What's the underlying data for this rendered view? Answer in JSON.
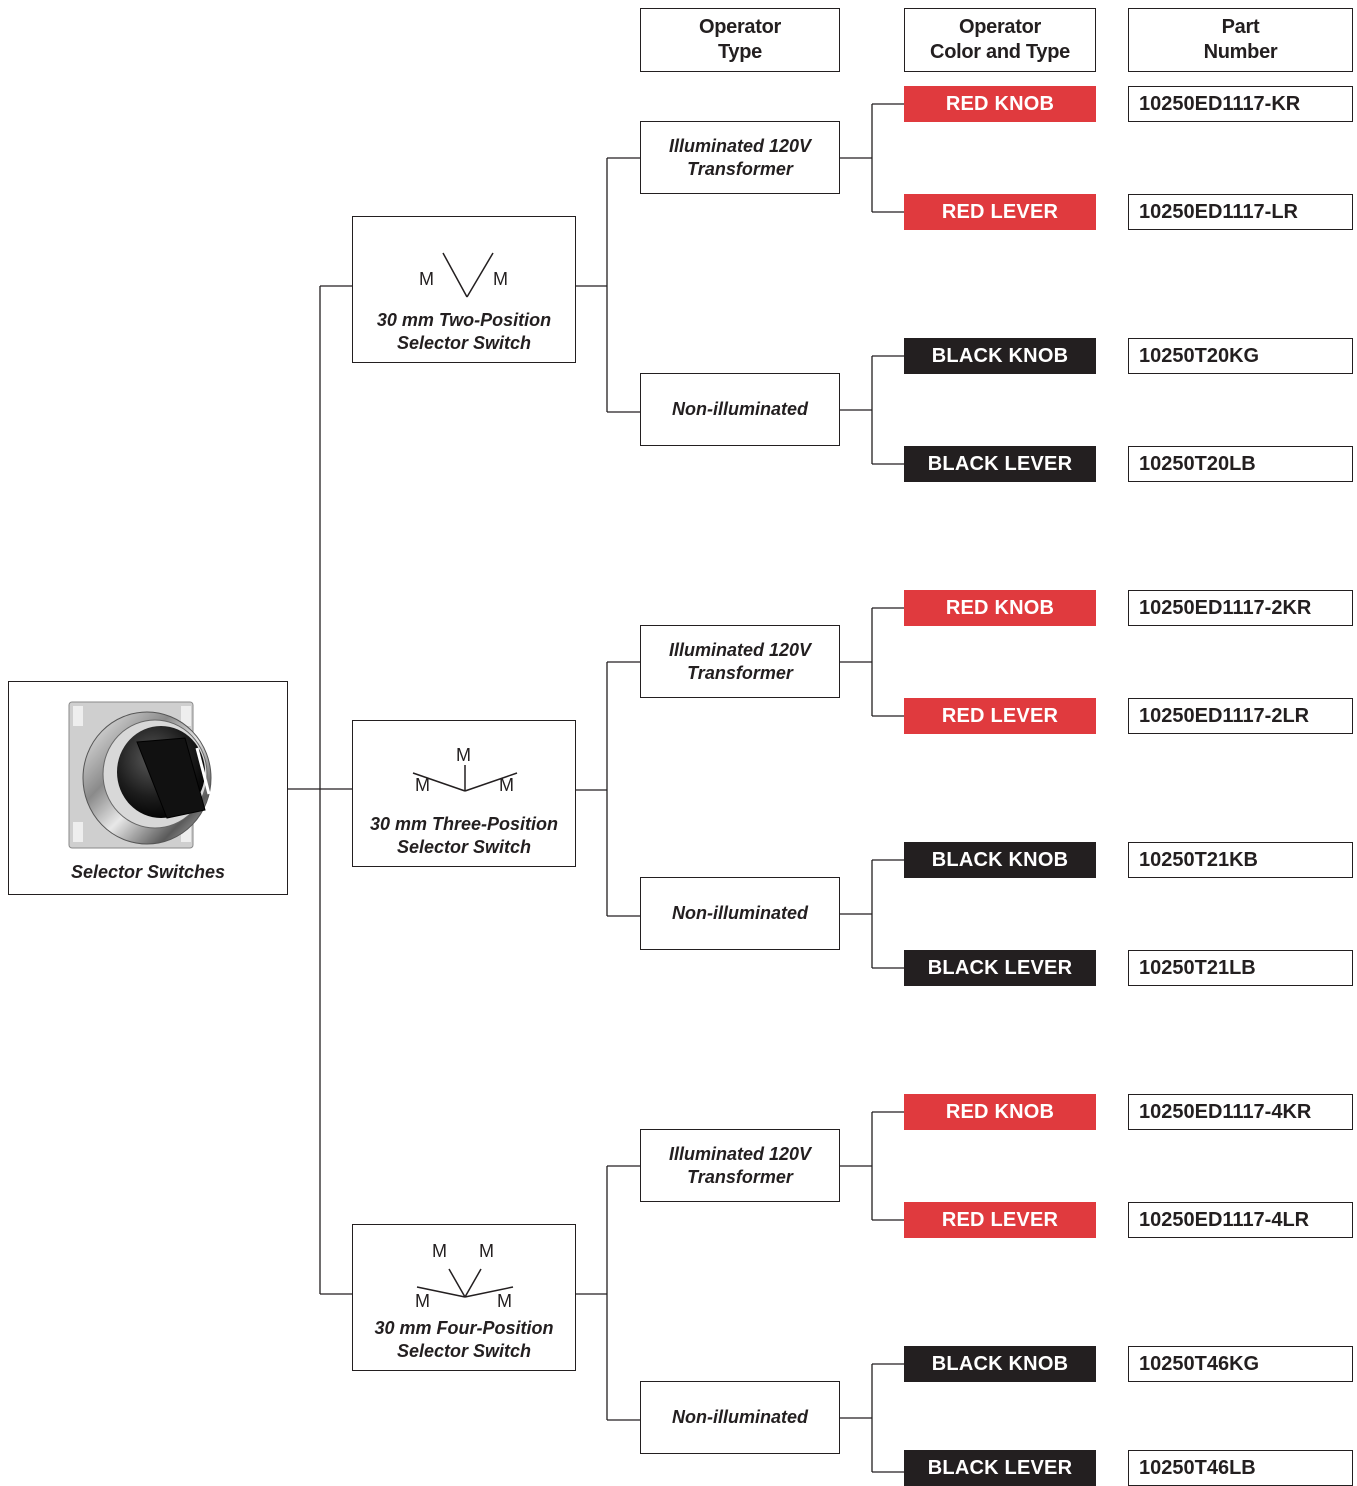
{
  "headers": {
    "operator_type": "Operator\nType",
    "operator_color_and_type": "Operator\nColor and Type",
    "part_number": "Part\nNumber"
  },
  "root": {
    "label": "Selector Switches",
    "image": "selector-switch-photo"
  },
  "colors": {
    "red": "#e03a3e",
    "black": "#231f20",
    "line": "#231f20"
  },
  "switches": [
    {
      "label": "30 mm Two-Position\nSelector Switch",
      "symbol": "two-position",
      "operators": [
        {
          "type": "Illuminated 120V\nTransformer",
          "options": [
            {
              "color": "RED KNOB",
              "tone": "red",
              "part": "10250ED1117-KR"
            },
            {
              "color": "RED LEVER",
              "tone": "red",
              "part": "10250ED1117-LR"
            }
          ]
        },
        {
          "type": "Non-illuminated",
          "options": [
            {
              "color": "BLACK KNOB",
              "tone": "black",
              "part": "10250T20KG"
            },
            {
              "color": "BLACK LEVER",
              "tone": "black",
              "part": "10250T20LB"
            }
          ]
        }
      ]
    },
    {
      "label": "30 mm Three-Position\nSelector Switch",
      "symbol": "three-position",
      "operators": [
        {
          "type": "Illuminated 120V\nTransformer",
          "options": [
            {
              "color": "RED KNOB",
              "tone": "red",
              "part": "10250ED1117-2KR"
            },
            {
              "color": "RED LEVER",
              "tone": "red",
              "part": "10250ED1117-2LR"
            }
          ]
        },
        {
          "type": "Non-illuminated",
          "options": [
            {
              "color": "BLACK KNOB",
              "tone": "black",
              "part": "10250T21KB"
            },
            {
              "color": "BLACK LEVER",
              "tone": "black",
              "part": "10250T21LB"
            }
          ]
        }
      ]
    },
    {
      "label": "30 mm Four-Position\nSelector Switch",
      "symbol": "four-position",
      "operators": [
        {
          "type": "Illuminated 120V\nTransformer",
          "options": [
            {
              "color": "RED KNOB",
              "tone": "red",
              "part": "10250ED1117-4KR"
            },
            {
              "color": "RED LEVER",
              "tone": "red",
              "part": "10250ED1117-4LR"
            }
          ]
        },
        {
          "type": "Non-illuminated",
          "options": [
            {
              "color": "BLACK KNOB",
              "tone": "black",
              "part": "10250T46KG"
            },
            {
              "color": "BLACK LEVER",
              "tone": "black",
              "part": "10250T46LB"
            }
          ]
        }
      ]
    }
  ],
  "symbol_letter": "M"
}
